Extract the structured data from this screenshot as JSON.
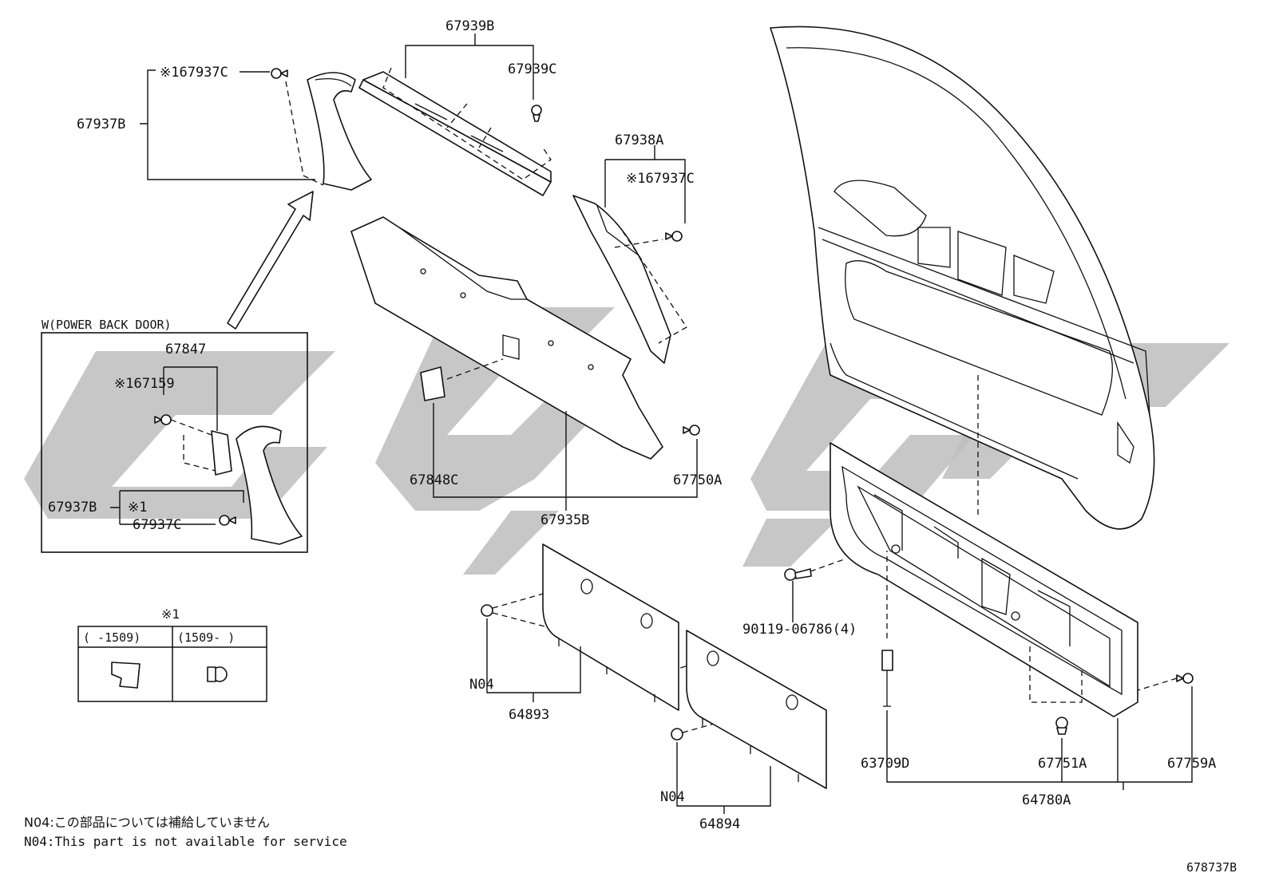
{
  "diagram": {
    "catalog_code": "678737B",
    "part_labels": {
      "p67939B": "67939B",
      "p67939C": "67939C",
      "p67937C_top": "※167937C",
      "p67937B_top": "67937B",
      "p67938A": "67938A",
      "p67937C_right": "※167937C",
      "p67848C": "67848C",
      "p67935B": "67935B",
      "p67750A": "67750A",
      "p67847": "67847",
      "p67159": "※167159",
      "p67937B_inset": "67937B",
      "mark_inset": "※1",
      "p67937C_inset": "67937C",
      "p90119": "90119-06786(4)",
      "n04_a": "N04",
      "p64893": "64893",
      "n04_b": "N04",
      "p64894": "64894",
      "p63709D": "63709D",
      "p67751A": "67751A",
      "p67759A": "67759A",
      "p64780A": "64780A"
    },
    "inset": {
      "title": "W(POWER BACK DOOR)"
    },
    "legend_table": {
      "title": "※1",
      "col1": "(      -1509)",
      "col2": "(1509-      )"
    },
    "notes": {
      "jp": "N04:この部品については補給していません",
      "en": "N04:This part is not available for service"
    },
    "colors": {
      "line": "#111111",
      "watermark": "#bdbdbd",
      "background": "#ffffff"
    }
  }
}
